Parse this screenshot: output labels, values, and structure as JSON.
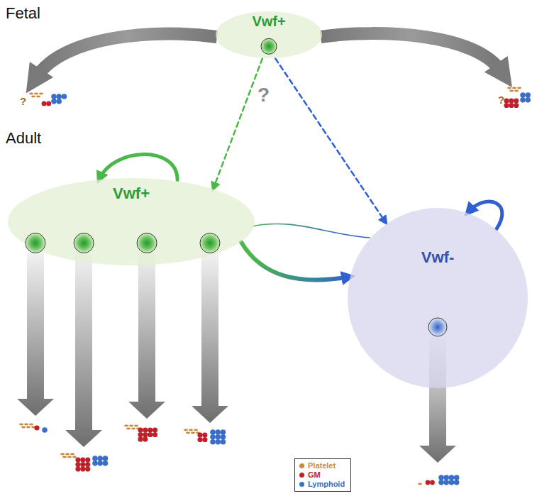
{
  "diagram": {
    "nodes": [
      {
        "text": [
          "Vwf+"
        ]
      },
      {
        "text": [
          "Vwf+"
        ]
      },
      {
        "text": [
          "Vwf-"
        ]
      }
    ],
    "edges": [
      {
        "from": 0,
        "to": 1,
        "arrow": "to"
      },
      {
        "from": 0,
        "to": 2,
        "arrow": "to"
      },
      {
        "from": 1,
        "to": 2,
        "arrow": "none"
      },
      {
        "from": 1,
        "to": 2,
        "arrow": "to"
      },
      {
        "from": 1,
        "to": 1,
        "arrow": "to"
      },
      {
        "from": 2,
        "to": 2,
        "arrow": "to"
      }
    ],
    "labels": [
      "Fetal",
      "?",
      "?",
      "?",
      "Adult"
    ],
    "legend": [
      {
        "text": "Platelet",
        "color": "#c98a3e"
      },
      {
        "text": "GM",
        "color": "#c0202a"
      },
      {
        "text": "Lymphoid",
        "color": "#3a6fc8"
      }
    ]
  }
}
